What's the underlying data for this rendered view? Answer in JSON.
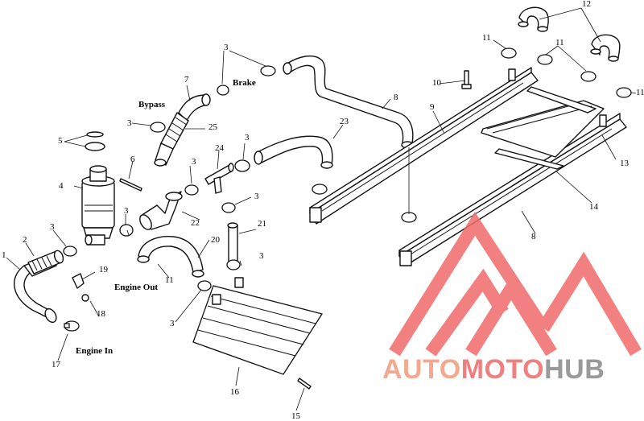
{
  "callouts": [
    "1",
    "2",
    "3",
    "4",
    "5",
    "6",
    "7",
    "8",
    "9",
    "10",
    "11",
    "12",
    "13",
    "14",
    "15",
    "16",
    "17",
    "18",
    "19",
    "20",
    "21",
    "22",
    "23",
    "24",
    "25"
  ],
  "captions": {
    "bypass": "Bypass",
    "brake": "Brake",
    "engine_out": "Engine Out",
    "engine_in": "Engine In"
  },
  "watermark": {
    "part1": "AUTO",
    "part2": "MOTO",
    "part3": "HUB",
    "colors": {
      "auto": "#f4a98f",
      "moto": "#f08080",
      "hub": "#9a9a9a",
      "logo": "#f26b6b"
    }
  }
}
